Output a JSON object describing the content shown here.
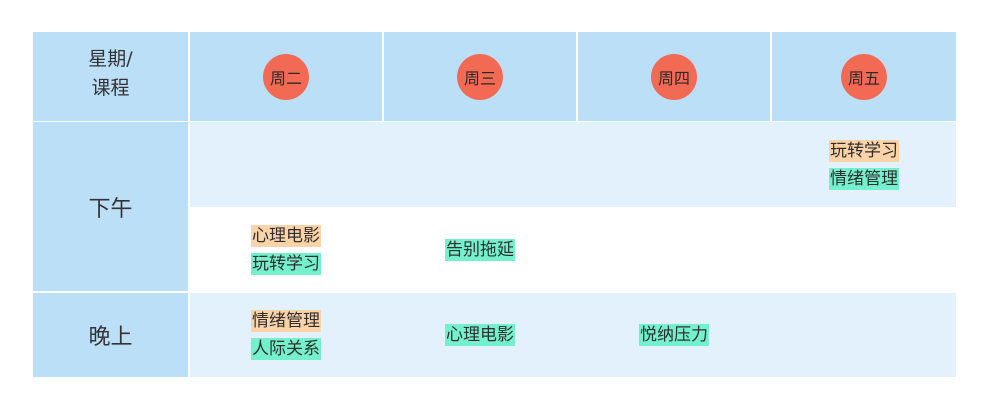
{
  "corner": {
    "line1": "星期/",
    "line2": "课程"
  },
  "days": [
    "周二",
    "周三",
    "周四",
    "周五"
  ],
  "sections": {
    "afternoon": "下午",
    "evening": "晚上"
  },
  "afternoon_row1": {
    "fri": [
      {
        "text": "玩转学习",
        "color": "#fbd3a8"
      },
      {
        "text": "情绪管理",
        "color": "#74f0cc"
      }
    ]
  },
  "afternoon_row2": {
    "tue": [
      {
        "text": "心理电影",
        "color": "#fbd3a8"
      },
      {
        "text": "玩转学习",
        "color": "#74f0cc"
      }
    ],
    "wed": [
      {
        "text": "告别拖延",
        "color": "#74f0cc"
      }
    ]
  },
  "evening": {
    "tue": [
      {
        "text": "情绪管理",
        "color": "#fbd3a8"
      },
      {
        "text": "人际关系",
        "color": "#74f0cc"
      }
    ],
    "wed": [
      {
        "text": "心理电影",
        "color": "#74f0cc"
      }
    ],
    "thu": [
      {
        "text": "悦纳压力",
        "color": "#74f0cc"
      }
    ]
  },
  "colors": {
    "header": "#bcdff8",
    "row": "#e2f1fc",
    "badge": "#f26a53",
    "tag_orange": "#fbd3a8",
    "tag_teal": "#74f0cc"
  }
}
